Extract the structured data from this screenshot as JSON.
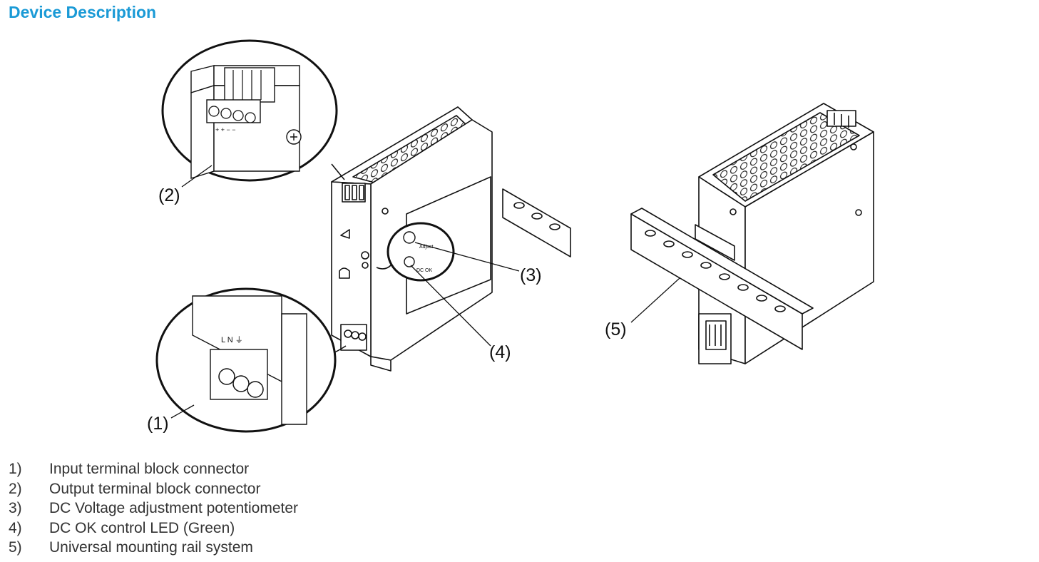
{
  "header": {
    "title": "Device Description"
  },
  "figure": {
    "callouts": [
      "(1)",
      "(2)",
      "(3)",
      "(4)",
      "(5)"
    ],
    "device_labels": {
      "led_label": "DC OK",
      "pot_label": "Adjust",
      "input_pins": "L N ⏚",
      "output_pins": "+ + − −"
    }
  },
  "legend": {
    "items": [
      {
        "num": "1)",
        "text": "Input terminal block connector"
      },
      {
        "num": "2)",
        "text": "Output terminal block connector"
      },
      {
        "num": "3)",
        "text": "DC Voltage adjustment potentiometer"
      },
      {
        "num": "4)",
        "text": "DC OK control LED (Green)"
      },
      {
        "num": "5)",
        "text": "Universal mounting rail system"
      }
    ]
  }
}
